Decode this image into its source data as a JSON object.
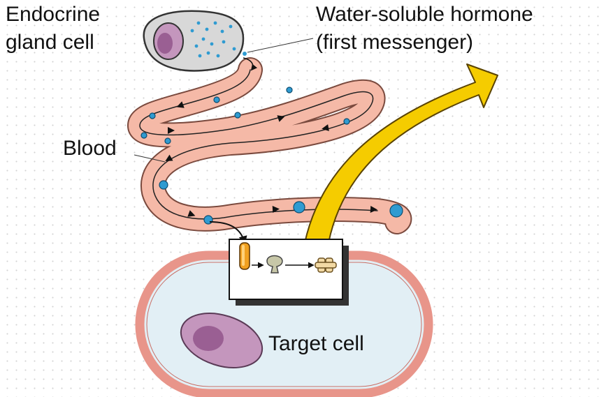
{
  "labels": {
    "endocrine_line1": "Endocrine",
    "endocrine_line2": "gland cell",
    "hormone_line1": "Water-soluble hormone",
    "hormone_line2": "(first messenger)",
    "blood": "Blood",
    "target_cell": "Target cell"
  },
  "colors": {
    "blood_vessel": "#f5b9a7",
    "blood_vessel_edge": "#7a4a3e",
    "hormone_dot": "#2f9bd1",
    "signal_arrow": "#f5cc00",
    "target_membrane": "#e8958a",
    "target_cytoplasm": "#e2eff5",
    "nucleus": "#bf8fb6",
    "nucleolus": "#9a5f93",
    "gland_cell": "#d8d8d8",
    "receptor": "#f0a020",
    "enzyme": "#c7c7a8"
  },
  "icons": {
    "gland": "endocrine-cell-icon",
    "receptor": "membrane-receptor-icon",
    "enzyme": "enzyme-icon",
    "product": "second-messenger-icon"
  }
}
